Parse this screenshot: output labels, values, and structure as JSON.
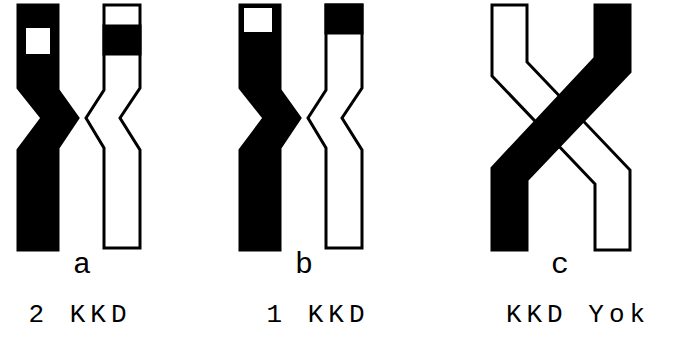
{
  "diagram": {
    "labels": [
      "a",
      "b",
      "c",
      "2 KKD",
      "1 KKD",
      "KKD Yok"
    ]
  }
}
